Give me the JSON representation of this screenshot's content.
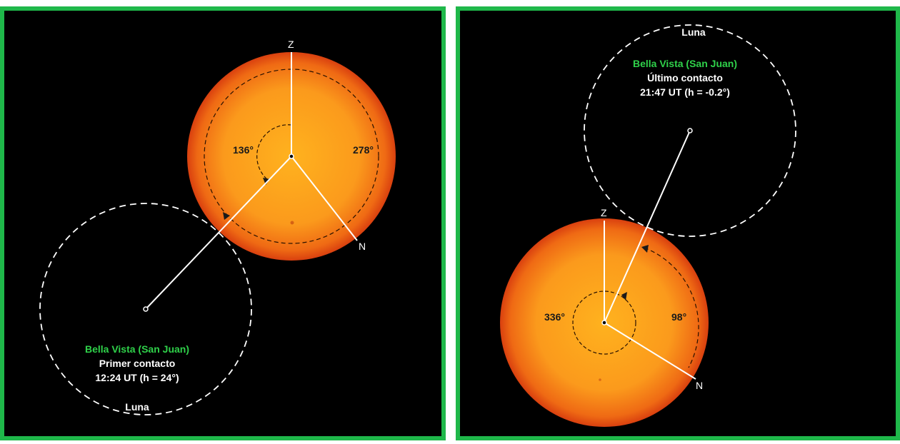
{
  "colors": {
    "frame": "#1fb84a",
    "background": "#000000",
    "location_text": "#2fd14a",
    "sun_center": "#ffb21e",
    "sun_edge": "#d9400f"
  },
  "panels": [
    {
      "id": "first-contact",
      "location": "Bella Vista (San Juan)",
      "event": "Primer contacto",
      "time": "12:24 UT (h = 24°)",
      "moon_label": "Luna",
      "zenith_label": "Z",
      "north_label": "N",
      "angle_z": "136°",
      "angle_n": "278°"
    },
    {
      "id": "last-contact",
      "location": "Bella Vista (San Juan)",
      "event": "Último contacto",
      "time": "21:47 UT (h = -0.2°)",
      "moon_label": "Luna",
      "zenith_label": "Z",
      "north_label": "N",
      "angle_z": "336°",
      "angle_n": "98°"
    }
  ]
}
